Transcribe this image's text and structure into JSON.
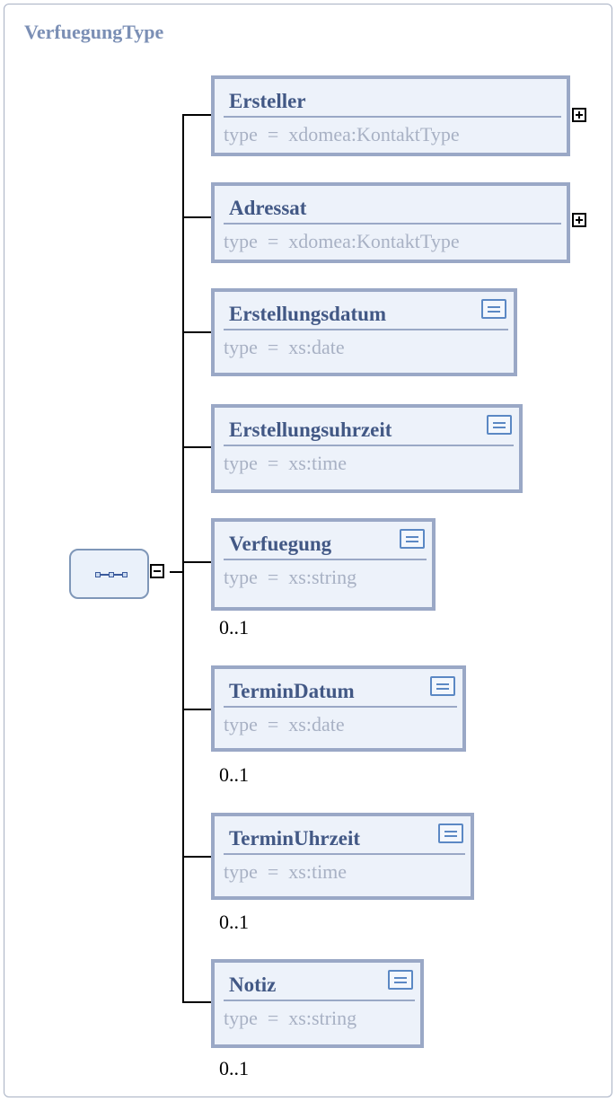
{
  "diagram": {
    "title": "VerfuegungType",
    "compositor": "sequence",
    "elements": [
      {
        "name": "Ersteller",
        "type_text": "type  =  xdomea:KontaktType",
        "occurrence": "",
        "expandable": true,
        "has_doc_icon": false
      },
      {
        "name": "Adressat",
        "type_text": "type  =  xdomea:KontaktType",
        "occurrence": "",
        "expandable": true,
        "has_doc_icon": false
      },
      {
        "name": "Erstellungsdatum",
        "type_text": "type  =  xs:date",
        "occurrence": "",
        "expandable": false,
        "has_doc_icon": true
      },
      {
        "name": "Erstellungsuhrzeit",
        "type_text": "type  =  xs:time",
        "occurrence": "",
        "expandable": false,
        "has_doc_icon": true
      },
      {
        "name": "Verfuegung",
        "type_text": "type  =  xs:string",
        "occurrence": "0..1",
        "expandable": false,
        "has_doc_icon": true
      },
      {
        "name": "TerminDatum",
        "type_text": "type  =  xs:date",
        "occurrence": "0..1",
        "expandable": false,
        "has_doc_icon": true
      },
      {
        "name": "TerminUhrzeit",
        "type_text": "type  =  xs:time",
        "occurrence": "0..1",
        "expandable": false,
        "has_doc_icon": true
      },
      {
        "name": "Notiz",
        "type_text": "type  =  xs:string",
        "occurrence": "0..1",
        "expandable": false,
        "has_doc_icon": true
      }
    ]
  }
}
